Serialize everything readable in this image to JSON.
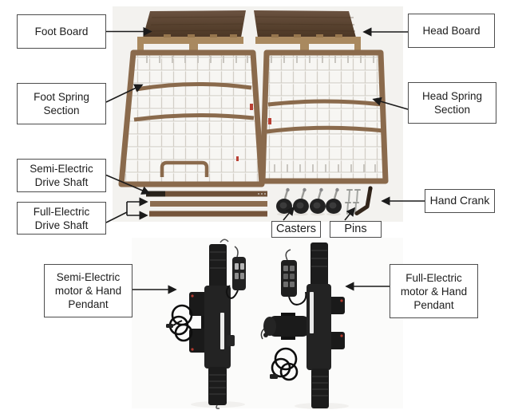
{
  "callouts": {
    "foot_board": "Foot Board",
    "head_board": "Head Board",
    "foot_spring_section": "Foot Spring\nSection",
    "head_spring_section": "Head Spring\nSection",
    "semi_electric_drive_shaft": "Semi-Electric\nDrive Shaft",
    "full_electric_drive_shaft": "Full-Electric\nDrive Shaft",
    "hand_crank": "Hand Crank",
    "casters": "Casters",
    "pins": "Pins",
    "semi_electric_motor": "Semi-Electric\nmotor & Hand\nPendant",
    "full_electric_motor": "Full-Electric\nmotor & Hand\nPendant"
  },
  "palette": {
    "label_border": "#4d4d4d",
    "label_text": "#1d1d1d",
    "arrow": "#1b1b1b",
    "wood_brown": "#58422f",
    "frame_brown": "#8a6a4c",
    "rail_tan": "#a9895f",
    "upper_photo_background": "#f3f2ef",
    "lower_photo_background": "#fbfbfa",
    "motor_black": "#1e1e1e"
  }
}
